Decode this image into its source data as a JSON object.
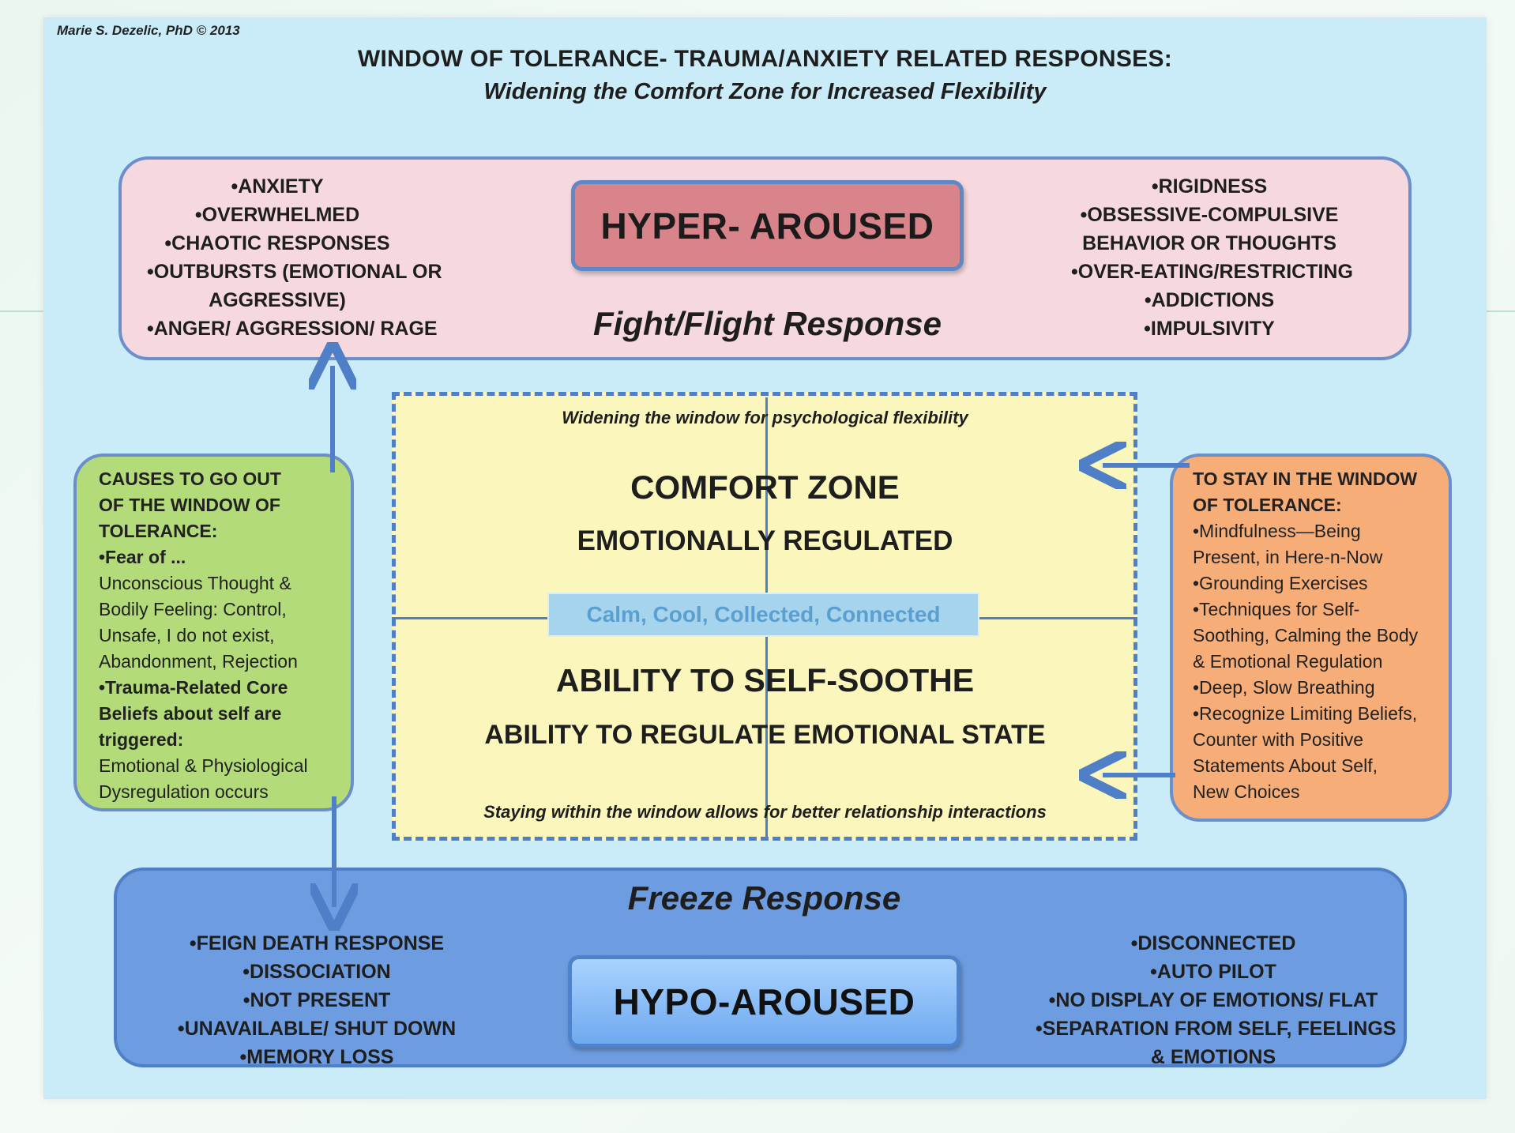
{
  "copyright": "Marie S. Dezelic, PhD © 2013",
  "title": "WINDOW OF TOLERANCE- TRAUMA/ANXIETY RELATED RESPONSES:",
  "subtitle": "Widening the Comfort Zone for Increased Flexibility",
  "hyper": {
    "label": "HYPER- AROUSED",
    "response": "Fight/Flight Response",
    "left_items": [
      "•ANXIETY",
      "•OVERWHELMED",
      "•CHAOTIC RESPONSES",
      "•OUTBURSTS (EMOTIONAL OR",
      "AGGRESSIVE)",
      "•ANGER/ AGGRESSION/ RAGE"
    ],
    "right_items": [
      "•RIGIDNESS",
      "•OBSESSIVE-COMPULSIVE",
      "BEHAVIOR OR THOUGHTS",
      "•OVER-EATING/RESTRICTING",
      "•ADDICTIONS",
      "•IMPULSIVITY"
    ]
  },
  "hypo": {
    "label": "HYPO-AROUSED",
    "response": "Freeze Response",
    "left_items": [
      "•FEIGN DEATH RESPONSE",
      "•DISSOCIATION",
      "•NOT PRESENT",
      "•UNAVAILABLE/ SHUT DOWN",
      "•MEMORY LOSS"
    ],
    "right_items": [
      "•DISCONNECTED",
      "•AUTO PILOT",
      "•NO DISPLAY OF EMOTIONS/ FLAT",
      "•SEPARATION FROM SELF, FEELINGS",
      "& EMOTIONS"
    ]
  },
  "center": {
    "top_note": "Widening the window for psychological flexibility",
    "heading1": "COMFORT ZONE",
    "heading2": "EMOTIONALLY REGULATED",
    "calm": "Calm, Cool, Collected, Connected",
    "heading3": "ABILITY TO SELF-SOOTHE",
    "heading4": "ABILITY TO REGULATE EMOTIONAL STATE",
    "bottom_note": "Staying within the window allows for better relationship interactions"
  },
  "causes": {
    "title_lines": [
      "CAUSES TO GO OUT",
      "OF THE WINDOW OF",
      "TOLERANCE:"
    ],
    "fear": "•Fear of ...",
    "fear_lines": [
      "Unconscious Thought &",
      "Bodily Feeling: Control,",
      "Unsafe, I do not exist,",
      "Abandonment, Rejection"
    ],
    "trauma_lines": [
      "•Trauma-Related Core",
      "Beliefs about self are",
      "triggered:"
    ],
    "result_lines": [
      "Emotional & Physiological",
      "Dysregulation occurs"
    ]
  },
  "stay": {
    "title_lines": [
      "TO STAY IN THE WINDOW",
      "OF TOLERANCE:"
    ],
    "items": [
      "•Mindfulness—Being",
      "Present, in Here-n-Now",
      "•Grounding Exercises",
      "•Techniques for Self-",
      "Soothing, Calming the Body",
      "& Emotional Regulation",
      "•Deep, Slow Breathing",
      "•Recognize Limiting Beliefs,",
      "Counter with Positive",
      "Statements About Self,",
      "New Choices"
    ]
  },
  "colors": {
    "background": "#c9ecf8",
    "hyper_box": "#f6d9df",
    "hyper_badge": "#d9838a",
    "hypo_box": "#6d9de0",
    "hypo_badge": "#8fc0f6",
    "center_box": "#fbf7bc",
    "causes_box": "#b3db7a",
    "stay_box": "#f6ad78",
    "line": "#4f7fc6"
  }
}
